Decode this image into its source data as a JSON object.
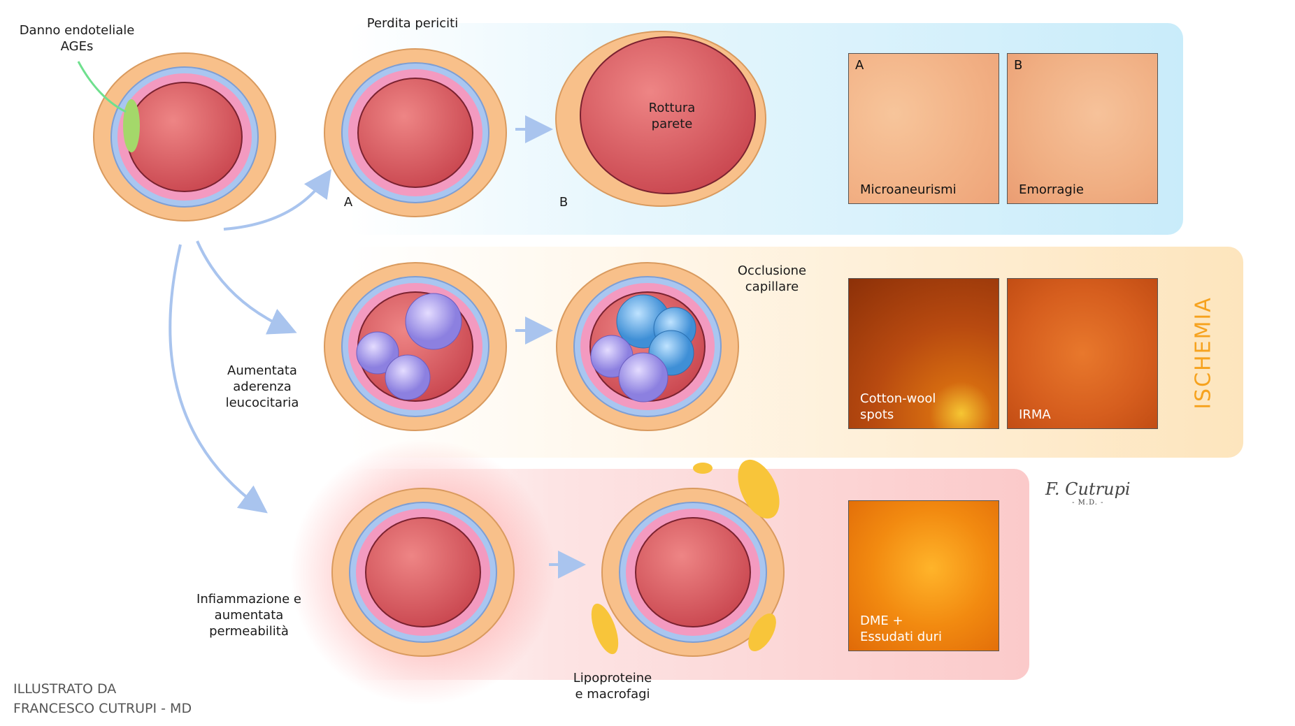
{
  "labels": {
    "endothelial_damage": [
      "Danno endoteliale",
      "AGEs"
    ],
    "pericyte_loss": "Perdita periciti",
    "stage_a": "A",
    "stage_b": "B",
    "wall_rupture": [
      "Rottura",
      "parete"
    ],
    "capillary_occlusion": [
      "Occlusione",
      "capillare"
    ],
    "leukocyte_adhesion": [
      "Aumentata",
      "aderenza",
      "leucocitaria"
    ],
    "inflammation": [
      "Infiammazione e",
      "aumentata",
      "permeabilità"
    ],
    "lipoproteins": [
      "Lipoproteine",
      "e macrofagi"
    ],
    "ischemia": "ISCHEMIA"
  },
  "photos": [
    {
      "letter": "A",
      "caption": [
        "Microaneurismi"
      ]
    },
    {
      "letter": "B",
      "caption": [
        "Emorragie"
      ]
    },
    {
      "letter": "",
      "caption": [
        "Cotton-wool",
        "spots"
      ]
    },
    {
      "letter": "",
      "caption": [
        "IRMA"
      ]
    },
    {
      "letter": "",
      "caption": [
        "DME +",
        "Essudati duri"
      ]
    }
  ],
  "credit": [
    "ILLUSTRATO DA",
    "FRANCESCO CUTRUPI - MD"
  ],
  "signature": {
    "name": "F. Cutrupi",
    "suffix": "- M.D. -"
  },
  "colors": {
    "blue_panel": "#c9ecfa",
    "orange_panel": "#fde5bd",
    "pink_panel": "#fbcaca",
    "ischemia": "#f6a21e",
    "arrow": "#a9c4ee"
  }
}
